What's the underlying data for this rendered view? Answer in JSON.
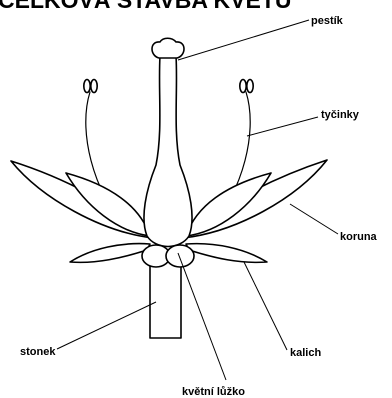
{
  "title": "CELKOVÁ STAVBA KVĚTU",
  "labels": {
    "pestik": "pestík",
    "tycinky": "tyčinky",
    "koruna": "koruna",
    "stonek": "stonek",
    "kalich": "kalich",
    "kvetni_luzko": "květní lůžko"
  },
  "colors": {
    "line": "#000000",
    "fill": "#ffffff"
  }
}
